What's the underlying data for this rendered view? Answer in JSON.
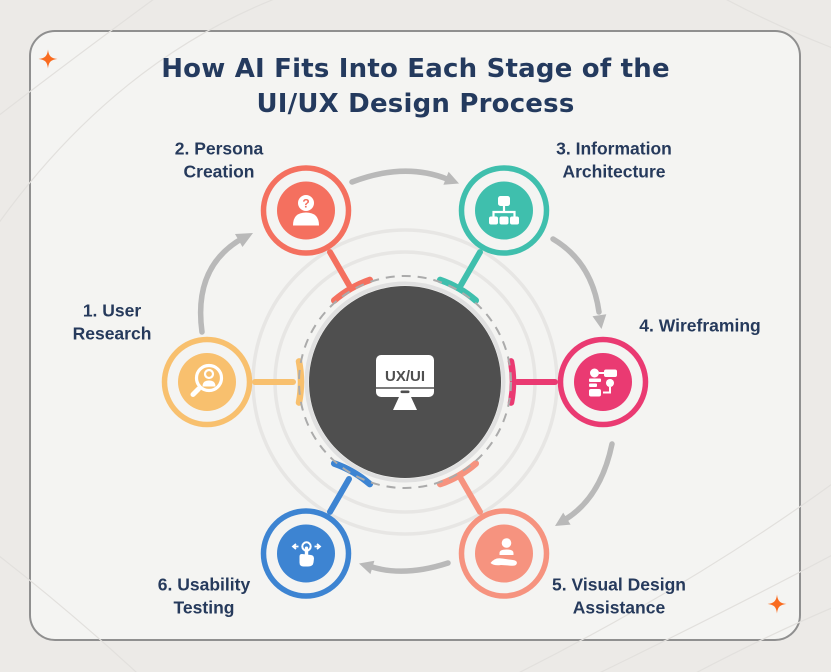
{
  "title": {
    "line1": "How AI Fits Into Each Stage of the",
    "line2": "UI/UX Design Process"
  },
  "center": {
    "label": "UX/UI",
    "icon": "monitor-icon",
    "fill": "#4F4F4F"
  },
  "stages": [
    {
      "num": "1",
      "label": "1. User Research",
      "line1": "1. User",
      "line2": "Research",
      "color": "#F8C06E",
      "icon": "user-search-icon"
    },
    {
      "num": "2",
      "label": "2. Persona Creation",
      "line1": "2. Persona",
      "line2": "Creation",
      "color": "#F4705F",
      "icon": "persona-question-icon",
      "glyph": "?"
    },
    {
      "num": "3",
      "label": "3. Information Architecture",
      "line1": "3. Information",
      "line2": "Architecture",
      "color": "#3FBFAD",
      "icon": "sitemap-icon"
    },
    {
      "num": "4",
      "label": "4. Wireframing",
      "line1": "4. Wireframing",
      "line2": "",
      "color": "#EA3A72",
      "icon": "wireframe-icon"
    },
    {
      "num": "5",
      "label": "5. Visual Design Assistance",
      "line1": "5. Visual Design",
      "line2": "Assistance",
      "color": "#F6937F",
      "icon": "user-care-icon"
    },
    {
      "num": "6",
      "label": "6. Usability Testing",
      "line1": "6. Usability",
      "line2": "Testing",
      "color": "#3D84D2",
      "icon": "tap-gesture-icon"
    }
  ],
  "flow": {
    "direction": "clockwise",
    "arrow_color": "#B9B9B9"
  },
  "decor": {
    "sparkle_color": "#F96B1F",
    "card_border": "#8F8F8F",
    "dashed_ring": "#ABABAB",
    "faint_ring": "#E7E6E4",
    "curve_color": "#E2E0DD"
  }
}
